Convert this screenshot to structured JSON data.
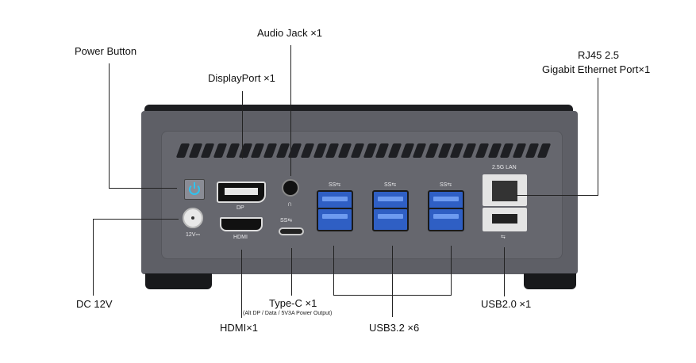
{
  "labels": {
    "power_button": "Power Button",
    "dc": "DC 12V",
    "displayport": "DisplayPort ×1",
    "audio": "Audio Jack ×1",
    "rj45_line1": "RJ45 2.5",
    "rj45_line2": "Gigabit Ethernet Port×1",
    "typec": "Type-C ×1",
    "typec_note": "(Alt DP / Data / 5V3A Power Output)",
    "hdmi": "HDMI×1",
    "usb32": "USB3.2 ×6",
    "usb20": "USB2.0 ×1"
  },
  "port_marks": {
    "dp": "DP",
    "hdmi": "HDMI",
    "dc": "12V⎓",
    "lan": "2.5G LAN",
    "ss": "SS⇆",
    "usb2": "⇆"
  },
  "colors": {
    "body": "#5e5f66",
    "panel": "#66676e",
    "usb3": "#2f5fc4",
    "power_led": "#2ec3f0"
  }
}
